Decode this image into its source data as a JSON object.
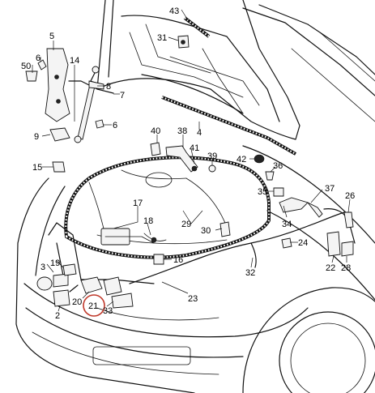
{
  "diagram": {
    "part_labels": [
      "43",
      "5",
      "31",
      "50",
      "6",
      "14",
      "8",
      "7",
      "6",
      "4",
      "40",
      "38",
      "9",
      "41",
      "39",
      "42",
      "15",
      "36",
      "37",
      "35",
      "26",
      "17",
      "18",
      "29",
      "30",
      "34",
      "24",
      "3",
      "19",
      "16",
      "32",
      "22",
      "28",
      "20",
      "21",
      "23",
      "33",
      "2"
    ],
    "highlighted_label": "21",
    "highlight_color": "#c0392b"
  }
}
